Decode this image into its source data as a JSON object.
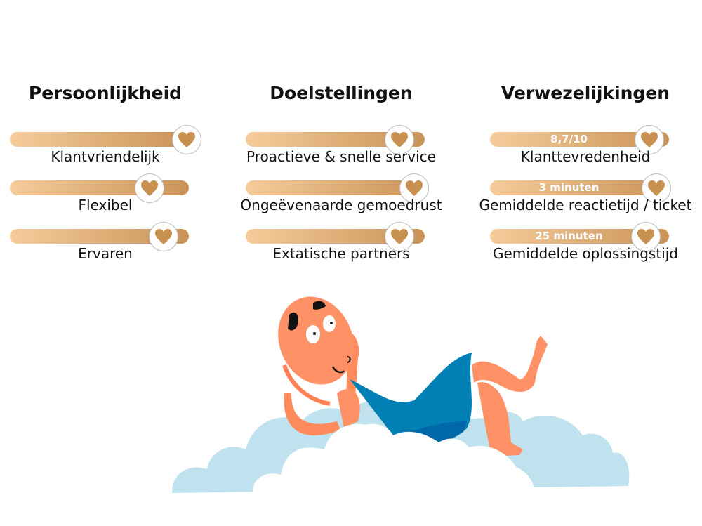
{
  "columns": [
    {
      "title": "Persoonlijkheid",
      "items": [
        {
          "label": "Klantvriendelijk",
          "value": 0.99,
          "bar_text": ""
        },
        {
          "label": "Flexibel",
          "value": 0.78,
          "bar_text": ""
        },
        {
          "label": "Ervaren",
          "value": 0.86,
          "bar_text": ""
        }
      ]
    },
    {
      "title": "Doelstellingen",
      "items": [
        {
          "label": "Proactieve & snelle service",
          "value": 0.86,
          "bar_text": ""
        },
        {
          "label": "Ongeëvenaarde gemoedrust",
          "value": 0.94,
          "bar_text": ""
        },
        {
          "label": "Extatische partners",
          "value": 0.86,
          "bar_text": ""
        }
      ]
    },
    {
      "title": "Verwezelijkingen",
      "items": [
        {
          "label": "Klanttevredenheid",
          "value": 0.89,
          "bar_text": "8,7/10"
        },
        {
          "label": "Gemiddelde reactietijd / ticket",
          "value": 0.93,
          "bar_text": "3 minuten"
        },
        {
          "label": "Gemiddelde oplossingstijd",
          "value": 0.87,
          "bar_text": "25 minuten"
        }
      ]
    }
  ],
  "colors": {
    "bar_start": "#f6cc9a",
    "bar_end": "#c99358",
    "heart": "#c8914f",
    "cloud": "#bfe2ee",
    "skin": "#ff9166",
    "towel": "#0080b4"
  }
}
